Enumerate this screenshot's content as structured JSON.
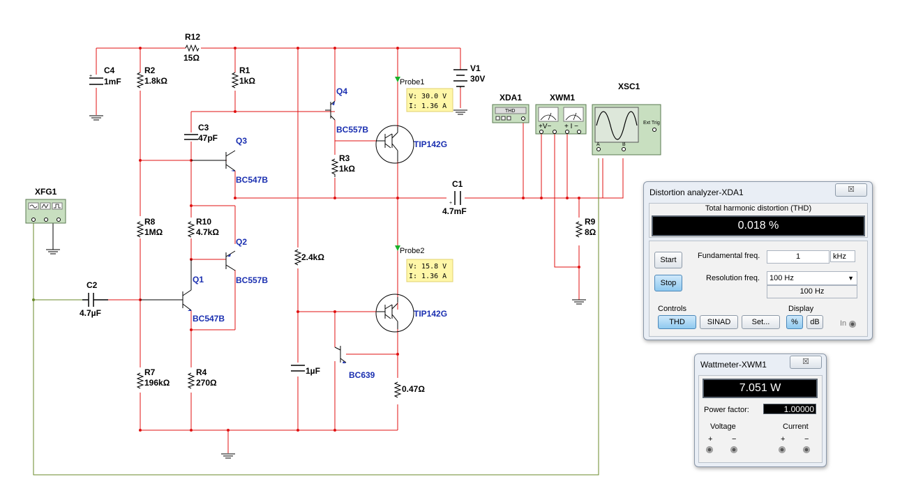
{
  "schematic": {
    "components": {
      "r12": {
        "ref": "R12",
        "val": "15Ω"
      },
      "c4": {
        "ref": "C4",
        "val": "1mF"
      },
      "r2": {
        "ref": "R2",
        "val": "1.8kΩ"
      },
      "r1": {
        "ref": "R1",
        "val": "1kΩ"
      },
      "c3": {
        "ref": "C3",
        "val": "47pF"
      },
      "q3": {
        "ref": "Q3",
        "val": "BC547B"
      },
      "q4": {
        "ref": "Q4",
        "val": "BC557B"
      },
      "r3": {
        "ref": "R3",
        "val": "1kΩ"
      },
      "v1": {
        "ref": "V1",
        "val": "30V"
      },
      "tip_top": {
        "val": "TIP142G"
      },
      "tip_bot": {
        "val": "TIP142G"
      },
      "c1": {
        "ref": "C1",
        "val": "4.7mF"
      },
      "r9": {
        "ref": "R9",
        "val": "8Ω"
      },
      "r8": {
        "ref": "R8",
        "val": "1MΩ"
      },
      "r10": {
        "ref": "R10",
        "val": "4.7kΩ"
      },
      "q2": {
        "ref": "Q2",
        "val": "BC557B"
      },
      "q1": {
        "ref": "Q1",
        "val": "BC547B"
      },
      "c2": {
        "ref": "C2",
        "val": "4.7µF"
      },
      "r_bias": {
        "val": "2.4kΩ"
      },
      "c_1u": {
        "val": "1µF"
      },
      "q_bc639": {
        "val": "BC639"
      },
      "r_emit": {
        "val": "0.47Ω"
      },
      "r7": {
        "ref": "R7",
        "val": "196kΩ"
      },
      "r4": {
        "ref": "R4",
        "val": "270Ω"
      }
    },
    "instruments": {
      "xfg1": "XFG1",
      "xda1": "XDA1",
      "xwm1": "XWM1",
      "xsc1": "XSC1",
      "xda1_thd": "THD",
      "xsc1_ext_trig": "Ext Trig",
      "xsc1_a": "A",
      "xsc1_b": "B"
    },
    "probes": {
      "probe1": {
        "name": "Probe1",
        "v": "V: 30.0 V",
        "i": "I: 1.36 A"
      },
      "probe2": {
        "name": "Probe2",
        "v": "V: 15.8 V",
        "i": "I: 1.36 A"
      }
    }
  },
  "distortion_analyzer": {
    "title": "Distortion analyzer-XDA1",
    "close": "☒",
    "thd_caption": "Total harmonic distortion (THD)",
    "thd_value": "0.018 %",
    "start": "Start",
    "stop": "Stop",
    "fund_label": "Fundamental freq.",
    "fund_value": "1",
    "fund_unit": "kHz",
    "res_label": "Resolution freq.",
    "res_selected": "100 Hz",
    "res_display": "100 Hz",
    "controls_label": "Controls",
    "thd_btn": "THD",
    "sinad_btn": "SINAD",
    "set_btn": "Set...",
    "display_label": "Display",
    "pct_btn": "%",
    "db_btn": "dB",
    "in_label": "In"
  },
  "wattmeter": {
    "title": "Wattmeter-XWM1",
    "close": "☒",
    "power": "7.051 W",
    "pf_label": "Power factor:",
    "pf_value": "1.00000",
    "voltage_label": "Voltage",
    "current_label": "Current",
    "plus": "+",
    "minus": "−"
  },
  "colors": {
    "wire_red": "#e01010",
    "wire_green": "#6a8a2a",
    "label_blue": "#1a2fb0",
    "probe_green": "#1ab02a",
    "probe_box": "#fff7a8"
  }
}
